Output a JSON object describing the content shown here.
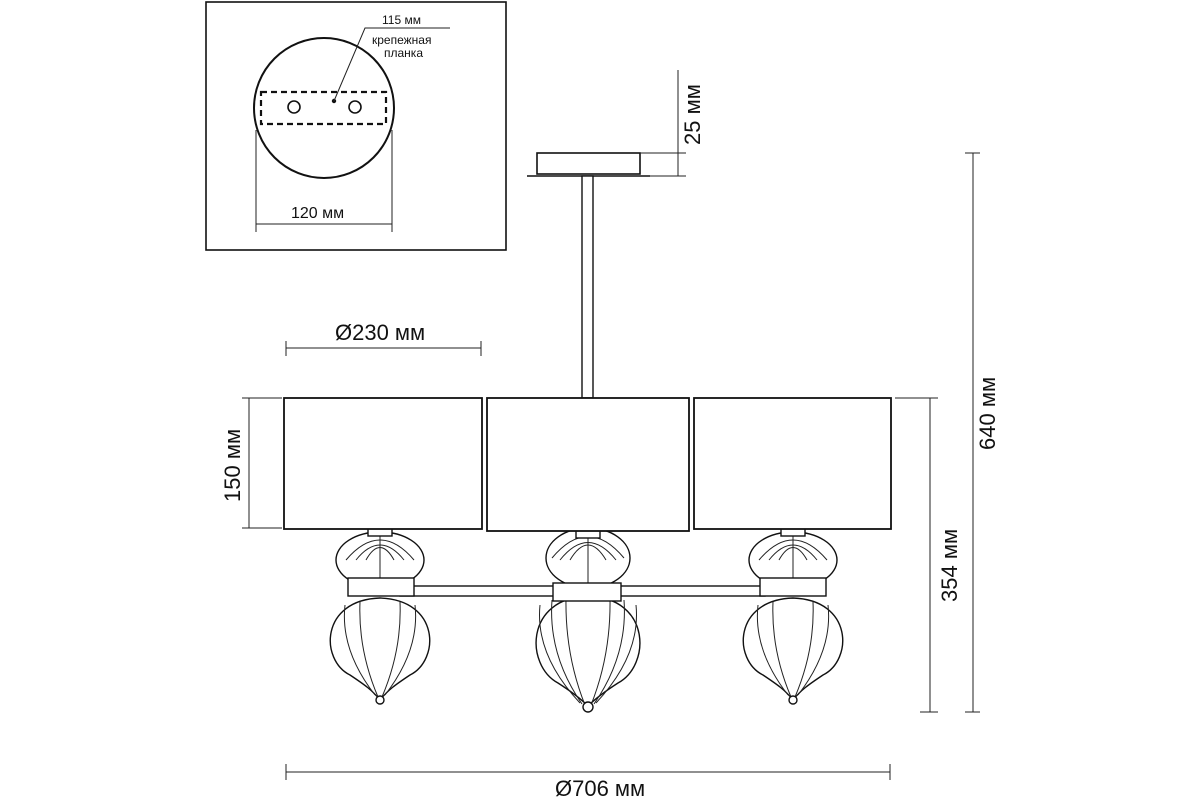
{
  "labels": {
    "mount_plate_width": "115 мм",
    "mount_plate_name_line1": "крепежная",
    "mount_plate_name_line2": "планка",
    "canopy_hole_spacing": "120 мм",
    "canopy_height": "25 мм",
    "shade_diameter": "Ø230 мм",
    "shade_height": "150 мм",
    "total_height": "640 мм",
    "body_height": "354 мм",
    "total_diameter": "Ø706 мм"
  }
}
